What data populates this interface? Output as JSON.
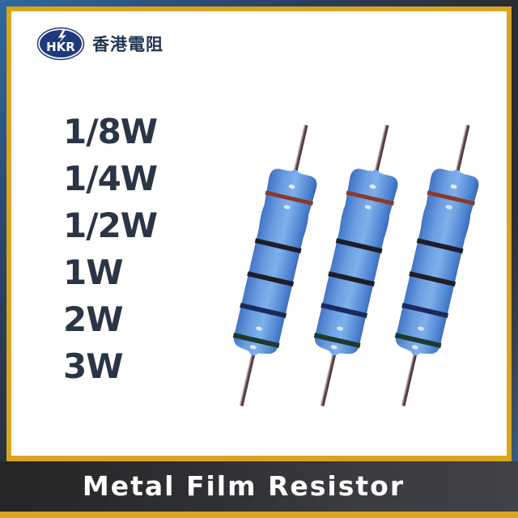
{
  "brand": {
    "logo_text": "HKR",
    "name": "香港電阻"
  },
  "power_ratings": [
    "1/8W",
    "1/4W",
    "1/2W",
    "1W",
    "2W",
    "3W"
  ],
  "product_title": "Metal Film Resistor",
  "image": {
    "subject": "three blue metal film resistors",
    "count": 3,
    "body_color": "#5b8fd8",
    "band_colors": [
      "#8a3a2a",
      "#1e1e28",
      "#1e1e28",
      "#1a2a5a",
      "#1e3a30"
    ]
  },
  "colors": {
    "frame_gold": "#d9a521",
    "title_bar": "#2f3033",
    "text_dark": "#2a3546",
    "brand_navy": "#1f3a7a"
  }
}
